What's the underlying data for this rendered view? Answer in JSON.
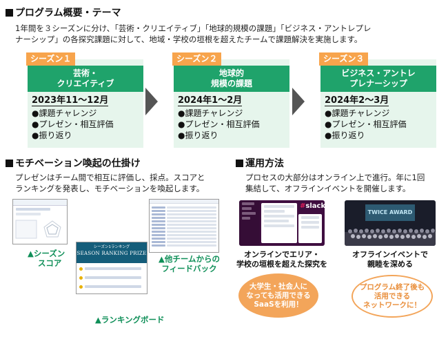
{
  "overview": {
    "title": "プログラム概要・テーマ",
    "text_line1": "1年間を３シーズンに分け、「芸術・クリエイティブ」「地球的規模の課題」「ビジネス・アントレプレ",
    "text_line2": "ナーシップ」の各探究課題に対して、地域・学校の垣根を超えたチームで課題解決を実施します。"
  },
  "seasons": [
    {
      "tag": "シーズン１",
      "theme1": "芸術・",
      "theme2": "クリエイティブ",
      "period": "2023年11〜12月",
      "items": [
        "●課題チャレンジ",
        "●プレゼン・相互評価",
        "●振り返り"
      ]
    },
    {
      "tag": "シーズン２",
      "theme1": "地球的",
      "theme2": "規模の課題",
      "period": "2024年1〜2月",
      "items": [
        "●課題チャレンジ",
        "●プレゼン・相互評価",
        "●振り返り"
      ]
    },
    {
      "tag": "シーズン３",
      "theme1": "ビジネス・アントレ",
      "theme2": "プレナーシップ",
      "period": "2024年2〜3月",
      "items": [
        "●課題チャレンジ",
        "●プレゼン・相互評価",
        "●振り返り"
      ]
    }
  ],
  "motivation": {
    "title": "モチベーション喚起の仕掛け",
    "text_line1": "プレゼンはチーム間で相互に評価し、採点。スコアと",
    "text_line2": "ランキングを発表し、モチベーションを喚起します。",
    "cap_score_1": "▲シーズン",
    "cap_score_2": "スコア",
    "cap_feedback_1": "▲他チームからの",
    "cap_feedback_2": "フィードバック",
    "cap_ranking": "▲ランキングボード",
    "ranking_header": "シーズン1ランキング",
    "ranking_title": "SEASON RANKING PRIZE"
  },
  "operation": {
    "title": "運用方法",
    "text_line1": "プロセスの大部分はオンライン上で進行。年に1回",
    "text_line2": "集結して、オフラインイベントを開催します。",
    "slack_label": "slack",
    "online_cap_1": "オンラインでエリア・",
    "online_cap_2": "学校の垣根を超えた探究を",
    "offline_cap_1": "オフラインイベントで",
    "offline_cap_2": "親睦を深める",
    "event_banner": "TWICE AWARD",
    "bubble1": [
      "大学生・社会人に",
      "なっても活用できる",
      "SaaSを利用！"
    ],
    "bubble2": [
      "プログラム終了後も",
      "活用できる",
      "ネットワークに！"
    ]
  },
  "colors": {
    "green": "#1fa36b",
    "light_green": "#e6f5ec",
    "orange": "#f7a44c",
    "caption_green": "#0f8f58"
  }
}
